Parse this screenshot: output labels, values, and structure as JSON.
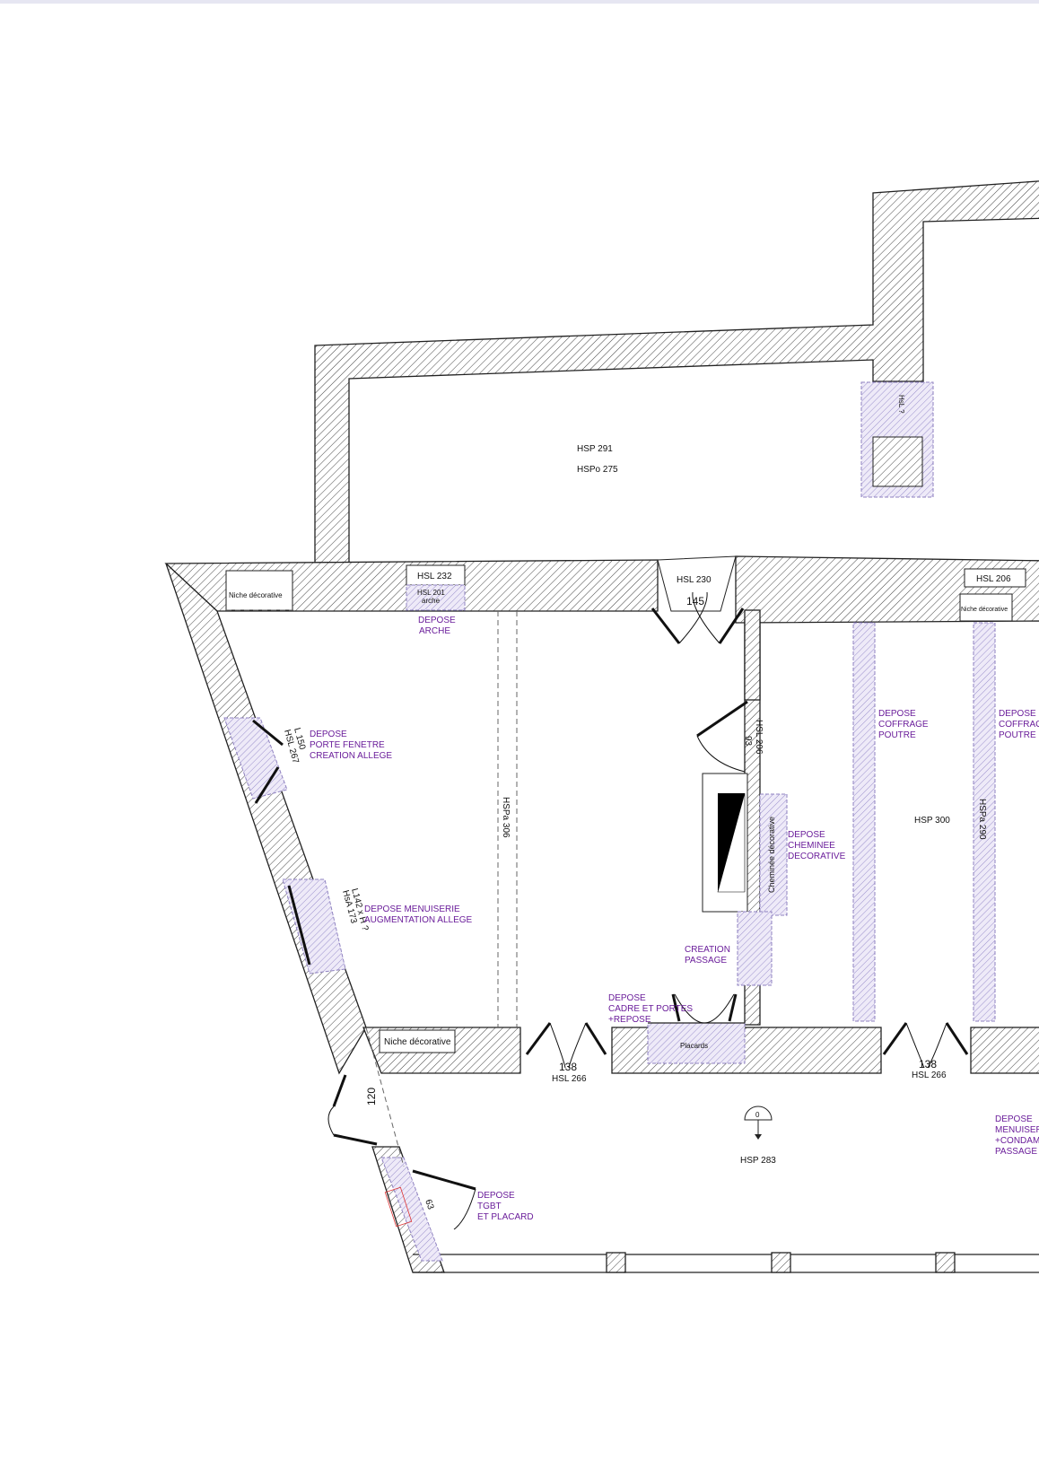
{
  "colors": {
    "wall_hatch": "#222222",
    "demolition": "#8f82c0",
    "annotation": "#6a1d9a",
    "background": "#ffffff"
  },
  "rooms": {
    "top_hsp": "HSP 291",
    "top_hspo": "HSPo 275",
    "middle_hsp": "HSP 300",
    "hall_hsp": "HSP 283"
  },
  "labels": {
    "hsl_232": "HSL 232",
    "hsl_201": "HSL 201",
    "arche": "arche",
    "hsl_230": "HSL 230",
    "dim_145": "145",
    "hsl_206_top": "HSL 206",
    "niche_left": "Niche décorative",
    "niche_right": "Niche décorative",
    "niche_bottom": "Niche décorative",
    "hsl_206_vert": "HSL 206",
    "dim_93": "93",
    "hspa_306": "HSPa 306",
    "hspa_290": "HSPa 290",
    "l150": "L 150",
    "hsl267": "HSL 267",
    "l142": "L142 x H ?",
    "hsa173": "HsA 173",
    "hsl_q": "HsL ?",
    "cheminee": "Cheminée décorative",
    "placards": "Placards",
    "dim_138_a": "138",
    "hsl_266_a": "HSL 266",
    "dim_138_b": "138",
    "hsl_266_b": "HSL 266",
    "dim_120": "120",
    "dim_63": "63",
    "north": "0"
  },
  "notes": {
    "depose_arche": [
      "DEPOSE",
      "ARCHE"
    ],
    "porte_fenetre": [
      "DEPOSE",
      "PORTE FENETRE",
      "CREATION ALLEGE"
    ],
    "menuiserie": [
      "DEPOSE MENUISERIE",
      "AUGMENTATION ALLEGE"
    ],
    "cheminee": [
      "DEPOSE",
      "CHEMINEE",
      "DECORATIVE"
    ],
    "coffrage_1": [
      "DEPOSE",
      "COFFRAGE",
      "POUTRE"
    ],
    "coffrage_2": [
      "DEPOSE",
      "COFFRAGE",
      "POUTRE"
    ],
    "creation_passage": [
      "CREATION",
      "PASSAGE"
    ],
    "cadre_portes": [
      "DEPOSE",
      "CADRE ET PORTES",
      "+REPOSE"
    ],
    "tgbt": [
      "DEPOSE",
      "TGBT",
      "ET PLACARD"
    ],
    "menuiserie_right": [
      "DEPOSE",
      "MENUISERIE",
      "+CONDAMNATION",
      "PASSAGE"
    ]
  }
}
